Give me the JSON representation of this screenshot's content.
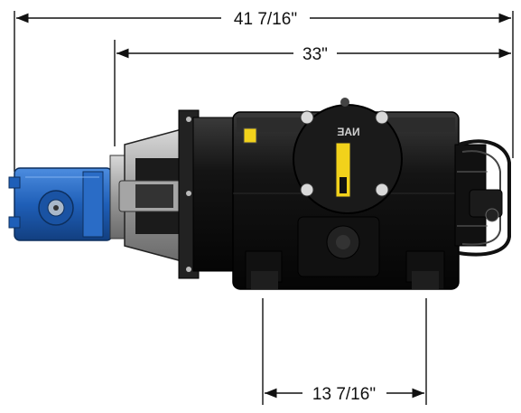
{
  "dimensions": {
    "overall_length": "41 7/16\"",
    "motor_length": "33\"",
    "mount_spacing": "13 7/16\""
  },
  "product": {
    "badge_text": "ƎAИ"
  },
  "colors": {
    "pump_blue": "#1f5fb8",
    "motor_black": "#141414",
    "label_yellow": "#f2d21b",
    "frame_gray": "#8c8c8c",
    "dimension_line": "#111111"
  }
}
